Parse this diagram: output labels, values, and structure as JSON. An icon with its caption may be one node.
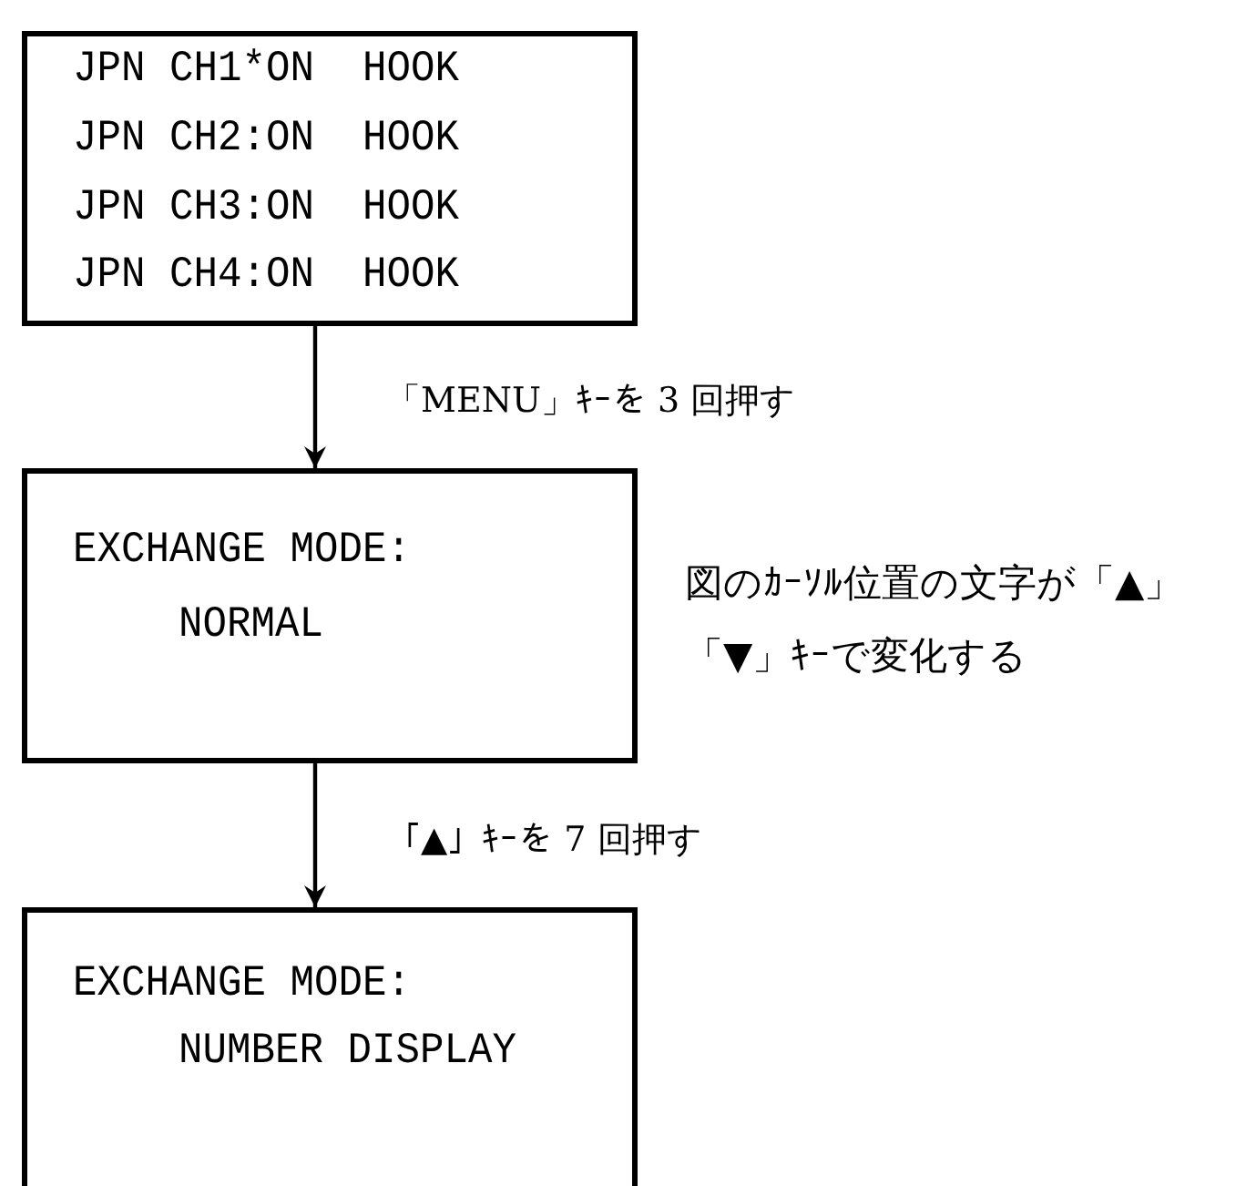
{
  "diagram": {
    "nodes": [
      {
        "text": [
          "JPN CH1*ON  HOOK",
          "JPN CH2:ON  HOOK",
          "JPN CH3:ON  HOOK",
          "JPN CH4:ON  HOOK"
        ]
      },
      {
        "text": [
          "EXCHANGE MODE:",
          "NORMAL"
        ],
        "beside": [
          "図のｶｰｿﾙ位置の文字が「▲」「▼」ｷｰで変化する"
        ]
      },
      {
        "text": [
          "EXCHANGE MODE:",
          "NUMBER DISPLAY"
        ]
      }
    ],
    "edges": [
      {
        "from": 0,
        "to": 1,
        "arrow": "to",
        "label": "「MENU」ｷｰを 3 回押す"
      },
      {
        "from": 1,
        "to": 2,
        "arrow": "to",
        "label": "「▲」ｷｰを 7 回押す"
      }
    ]
  }
}
